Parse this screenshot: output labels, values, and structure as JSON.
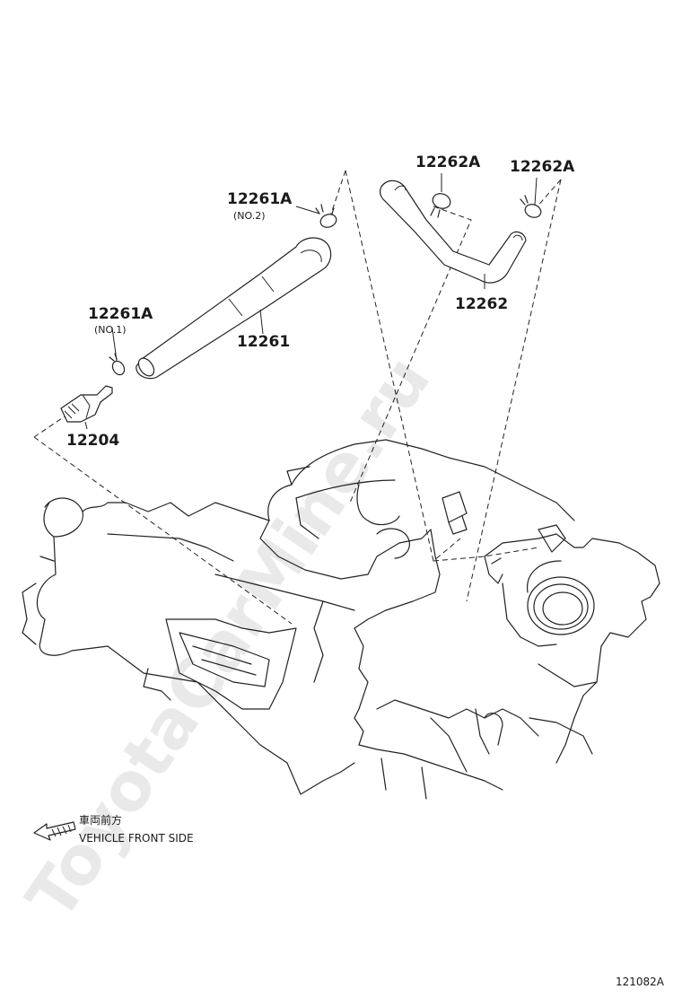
{
  "watermark": "ToyotaCarMine.ru",
  "labels": {
    "clamp_no2": {
      "number": "12261A",
      "sub": "(NO.2)"
    },
    "hose_12261": {
      "number": "12261"
    },
    "clamp_no1": {
      "number": "12261A",
      "sub": "(NO.1)"
    },
    "valve_12204": {
      "number": "12204"
    },
    "clamp_12262a_left": {
      "number": "12262A"
    },
    "clamp_12262a_right": {
      "number": "12262A"
    },
    "hose_12262": {
      "number": "12262"
    }
  },
  "direction_note": {
    "japanese": "車両前方",
    "english": "VEHICLE FRONT SIDE"
  },
  "diagram_code": "121082A"
}
